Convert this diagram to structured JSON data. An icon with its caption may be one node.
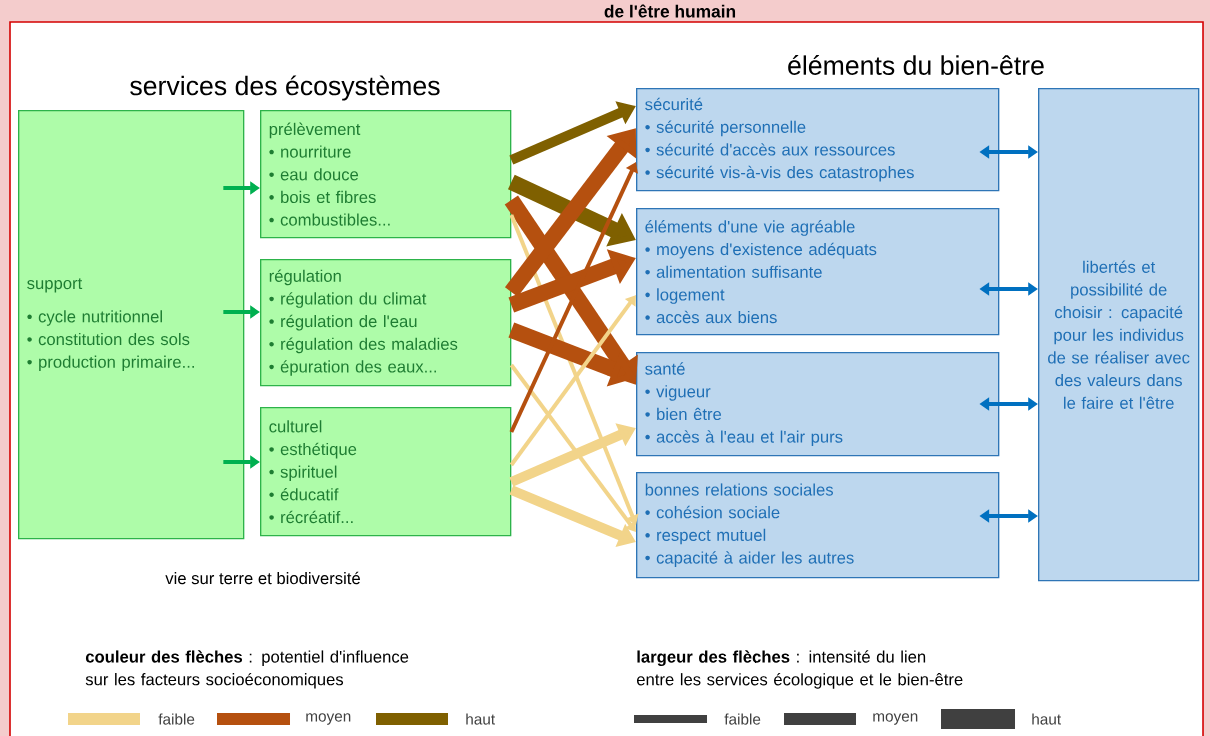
{
  "diagram": {
    "title": "de l'être humain",
    "nodes": [
      {
        "text": [
          "support",
          "• cycle nutritionnel",
          "• constitution des sols",
          "• production primaire..."
        ]
      },
      {
        "text": [
          "prélèvement",
          "• nourriture",
          "• eau douce",
          "• bois et fibres",
          "• combustibles..."
        ]
      },
      {
        "text": [
          "régulation",
          "• régulation du climat",
          "• régulation de l'eau",
          "• régulation des maladies",
          "• épuration des eaux..."
        ]
      },
      {
        "text": [
          "culturel",
          "• esthétique",
          "• spirituel",
          "• éducatif",
          "• récréatif..."
        ]
      },
      {
        "text": [
          "sécurité",
          "• sécurité personnelle",
          "• sécurité d'accès aux ressources",
          "• sécurité vis-à-vis des catastrophes"
        ]
      },
      {
        "text": [
          "éléments d'une vie agréable",
          "• moyens d'existence adéquats",
          "• alimentation suffisante",
          "• logement",
          "• accès aux biens"
        ]
      },
      {
        "text": [
          "santé",
          "• vigueur",
          "• bien être",
          "• accès à l'eau et l'air purs"
        ]
      },
      {
        "text": [
          "bonnes relations sociales",
          "• cohésion sociale",
          "• respect mutuel",
          "• capacité à aider les autres"
        ]
      },
      {
        "text": [
          "libertés et possibilité de choisir : capacité pour les individus de se réaliser avec des valeurs dans le faire et l'être"
        ]
      }
    ],
    "edges": [
      {
        "from": 0,
        "to": 1,
        "arrow": "to",
        "color": "#00b050"
      },
      {
        "from": 0,
        "to": 2,
        "arrow": "to",
        "color": "#00b050"
      },
      {
        "from": 0,
        "to": 3,
        "arrow": "to",
        "color": "#00b050"
      },
      {
        "from": 1,
        "to": 4,
        "arrow": "to",
        "color": "#7f6000",
        "style": "thick"
      },
      {
        "from": 1,
        "to": 5,
        "arrow": "to",
        "color": "#7f6000",
        "style": "thick"
      },
      {
        "from": 1,
        "to": 6,
        "arrow": "to",
        "color": "#b5500f",
        "style": "thick"
      },
      {
        "from": 1,
        "to": 7,
        "arrow": "to",
        "color": "#f2d48a"
      },
      {
        "from": 2,
        "to": 4,
        "arrow": "to",
        "color": "#b5500f",
        "style": "thick"
      },
      {
        "from": 2,
        "to": 5,
        "arrow": "to",
        "color": "#b5500f",
        "style": "thick"
      },
      {
        "from": 2,
        "to": 6,
        "arrow": "to",
        "color": "#b5500f",
        "style": "thick"
      },
      {
        "from": 2,
        "to": 7,
        "arrow": "to",
        "color": "#f2d48a"
      },
      {
        "from": 3,
        "to": 4,
        "arrow": "to",
        "color": "#b5500f"
      },
      {
        "from": 3,
        "to": 5,
        "arrow": "to",
        "color": "#f2d48a"
      },
      {
        "from": 3,
        "to": 6,
        "arrow": "to",
        "color": "#f2d48a",
        "style": "thick"
      },
      {
        "from": 3,
        "to": 7,
        "arrow": "to",
        "color": "#f2d48a",
        "style": "thick"
      },
      {
        "from": 4,
        "to": 8,
        "arrow": "both",
        "color": "#0070c0"
      },
      {
        "from": 5,
        "to": 8,
        "arrow": "both",
        "color": "#0070c0"
      },
      {
        "from": 6,
        "to": 8,
        "arrow": "both",
        "color": "#0070c0"
      },
      {
        "from": 7,
        "to": 8,
        "arrow": "both",
        "color": "#0070c0"
      }
    ],
    "labels": [
      "services des écosystèmes",
      "éléments du bien-être",
      "vie sur terre et biodiversité",
      "**couleur des flèches** : potentiel d'influence sur les facteurs socioéconomiques",
      "**largeur des flèches** : intensité du lien entre les services écologique et le bien-être"
    ],
    "legend": [
      {
        "text": "faible",
        "color": "#f2d48a"
      },
      {
        "text": "moyen",
        "color": "#b5500f"
      },
      {
        "text": "haut",
        "color": "#7f6000"
      },
      {
        "text": "faible"
      },
      {
        "text": "moyen"
      },
      {
        "text": "haut"
      }
    ]
  }
}
